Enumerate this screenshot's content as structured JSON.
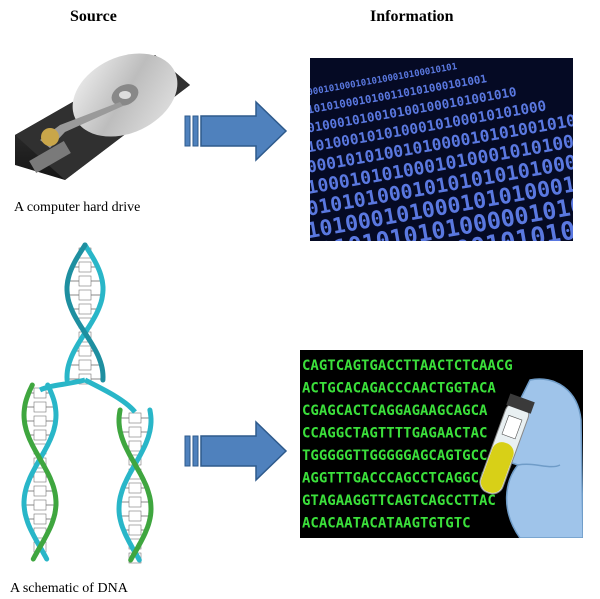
{
  "headers": {
    "source": "Source",
    "information": "Information"
  },
  "rows": [
    {
      "source_caption": "A computer hard drive"
    },
    {
      "source_caption": "A schematic of  DNA"
    }
  ],
  "binary_lines": [
    "00010100010101",
    "10101000101001",
    "01000101001010",
    "10100010101000",
    "00010101001010",
    "10001010100010",
    "01010100010101",
    "10100010100010",
    "00101010101000",
    "10100101010010"
  ],
  "dna_lines": [
    "CAGTCAGTGACCTTAACTCTCAACG",
    "ACTGCACAGACCCAACTGGTACA",
    "CGAGCACTCAGGAGAAGCAGCA",
    "CCAGGCTAGTTTTGAGAACTAC",
    "TGGGGGTTGGGGGAGCAGTGCC",
    "AGGTTTGACCCAGCCTCAGGCA",
    "GTAGAAGGTTCAGTCAGCCTTAC",
    "ACACAATACATAAGTGTGTC"
  ],
  "colors": {
    "arrow": "#4f81bd",
    "arrow_outline": "#2e5a8c",
    "binary": "#5a78e0",
    "dna": "#3be03b",
    "helix": "#29b6c8"
  }
}
